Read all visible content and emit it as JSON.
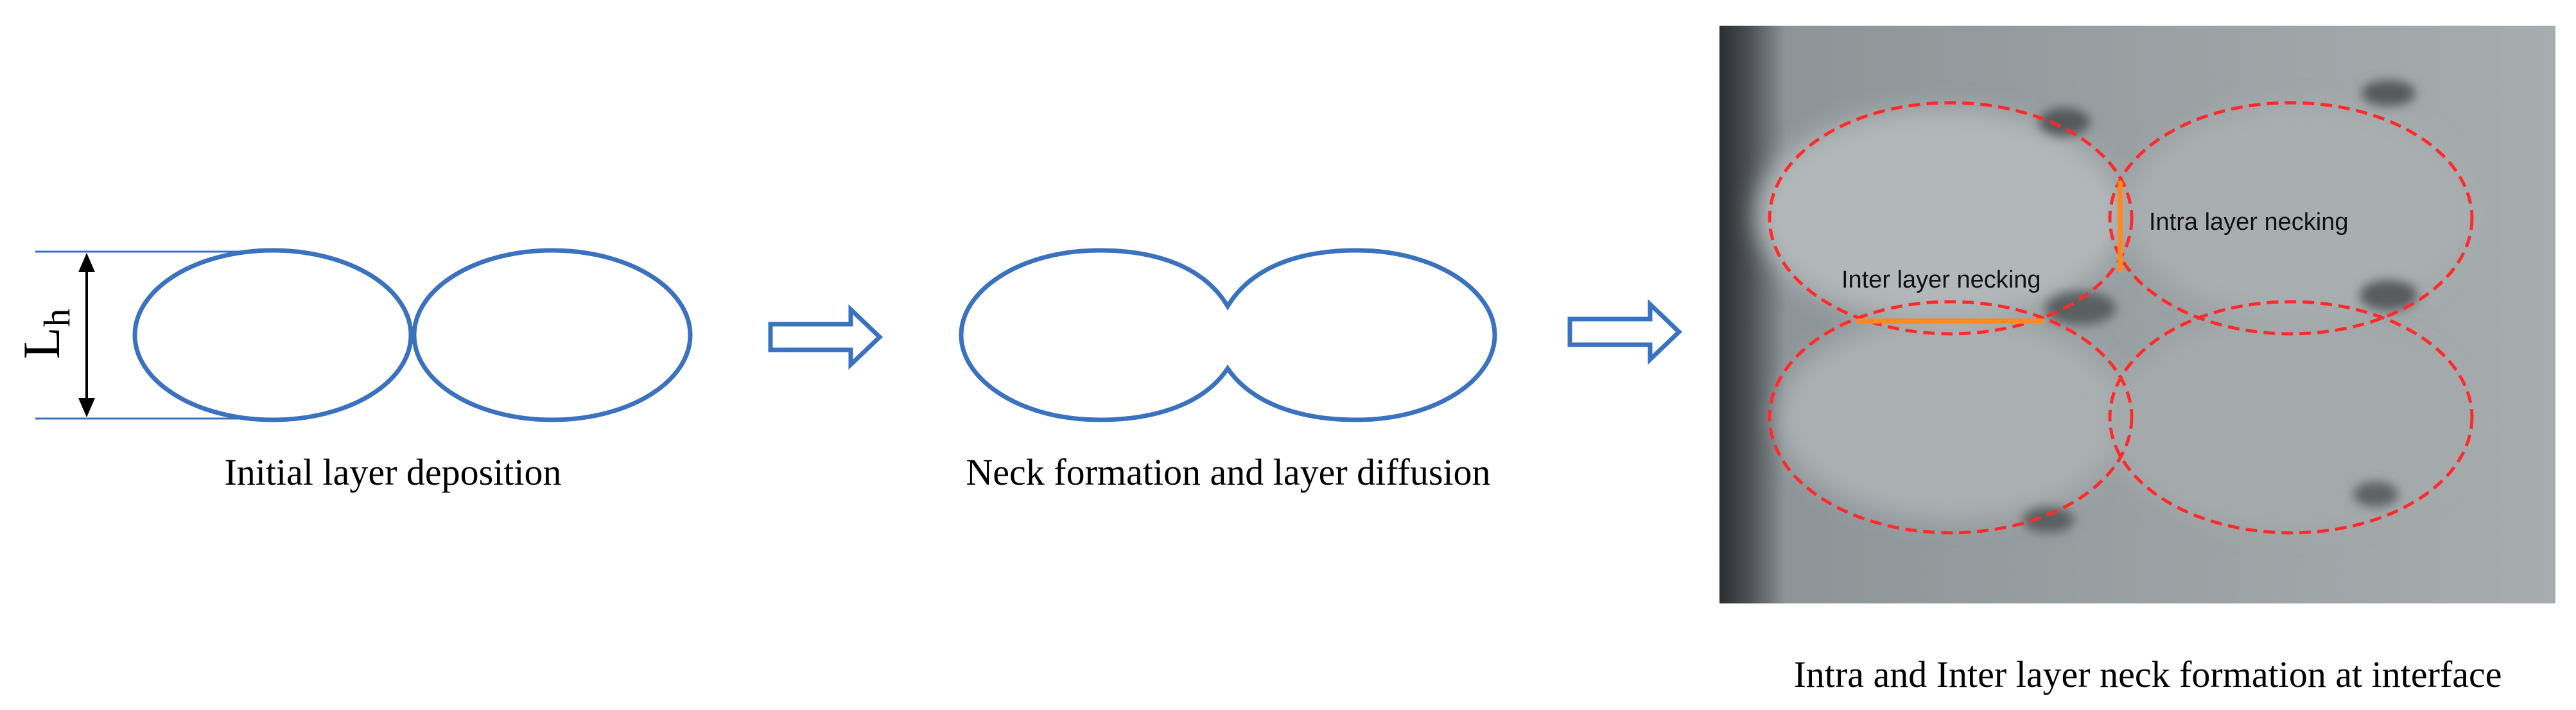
{
  "panels": {
    "initial": {
      "caption": "Initial layer deposition",
      "dimension_label": "L",
      "dimension_subscript": "h"
    },
    "neck": {
      "caption": "Neck formation and layer diffusion"
    },
    "interface": {
      "caption": "Intra and Inter layer neck formation at interface",
      "intra_label": "Intra layer necking",
      "inter_label": "Inter layer necking"
    }
  },
  "colors": {
    "outline": "#3b72c0",
    "dashed": "#ff2a2a",
    "neck": "#ff8a1f",
    "photo_base": "#9ea5a7"
  }
}
